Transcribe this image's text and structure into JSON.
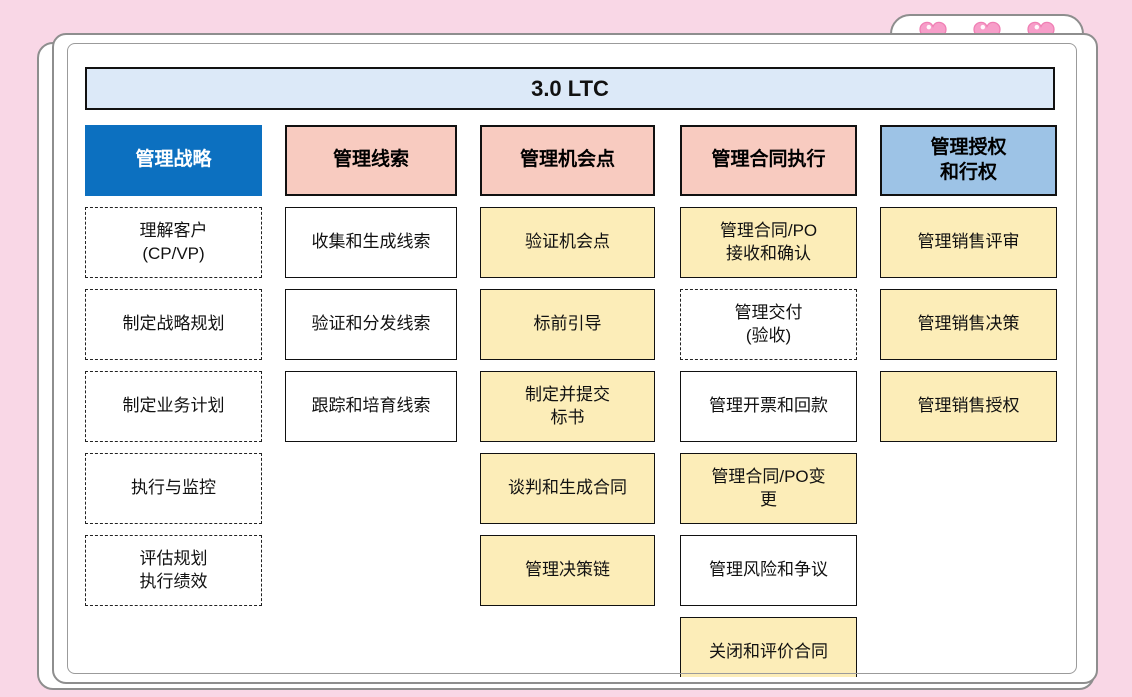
{
  "title": "3.0 LTC",
  "decor": {
    "tab_icons": [
      "heart-icon",
      "heart-icon",
      "heart-icon"
    ]
  },
  "colors": {
    "page_background": "#f9d7e6",
    "frame_border": "#8e8e8e",
    "title_bar_bg": "#dce9f8",
    "strategy_header_bg": "#0c70c0",
    "pink_header_bg": "#f8cbc0",
    "lightblue_header_bg": "#9dc3e6",
    "yellow_box_bg": "#fcedb8",
    "heart_fill": "#f79ec9",
    "heart_outline": "#ef7fb4"
  },
  "columns": [
    {
      "header": {
        "label": "管理战略",
        "variant": "solid-blue"
      },
      "boxes": [
        {
          "label": "理解客户\n(CP/VP)",
          "variant": "dashed"
        },
        {
          "label": "制定战略规划",
          "variant": "dashed"
        },
        {
          "label": "制定业务计划",
          "variant": "dashed"
        },
        {
          "label": "执行与监控",
          "variant": "dashed"
        },
        {
          "label": "评估规划\n执行绩效",
          "variant": "dashed"
        }
      ]
    },
    {
      "header": {
        "label": "管理线索",
        "variant": "pink"
      },
      "boxes": [
        {
          "label": "收集和生成线索",
          "variant": "white"
        },
        {
          "label": "验证和分发线索",
          "variant": "white"
        },
        {
          "label": "跟踪和培育线索",
          "variant": "white"
        }
      ]
    },
    {
      "header": {
        "label": "管理机会点",
        "variant": "pink"
      },
      "boxes": [
        {
          "label": "验证机会点",
          "variant": "yellow"
        },
        {
          "label": "标前引导",
          "variant": "yellow"
        },
        {
          "label": "制定并提交\n标书",
          "variant": "yellow"
        },
        {
          "label": "谈判和生成合同",
          "variant": "yellow"
        },
        {
          "label": "管理决策链",
          "variant": "yellow"
        }
      ]
    },
    {
      "header": {
        "label": "管理合同执行",
        "variant": "pink"
      },
      "boxes": [
        {
          "label": "管理合同/PO\n接收和确认",
          "variant": "yellow"
        },
        {
          "label": "管理交付\n(验收)",
          "variant": "dashed"
        },
        {
          "label": "管理开票和回款",
          "variant": "white"
        },
        {
          "label": "管理合同/PO变\n更",
          "variant": "yellow"
        },
        {
          "label": "管理风险和争议",
          "variant": "white"
        },
        {
          "label": "关闭和评价合同",
          "variant": "yellow"
        }
      ]
    },
    {
      "header": {
        "label": "管理授权\n和行权",
        "variant": "solid-lightblue"
      },
      "boxes": [
        {
          "label": "管理销售评审",
          "variant": "yellow"
        },
        {
          "label": "管理销售决策",
          "variant": "yellow"
        },
        {
          "label": "管理销售授权",
          "variant": "yellow"
        }
      ]
    }
  ]
}
